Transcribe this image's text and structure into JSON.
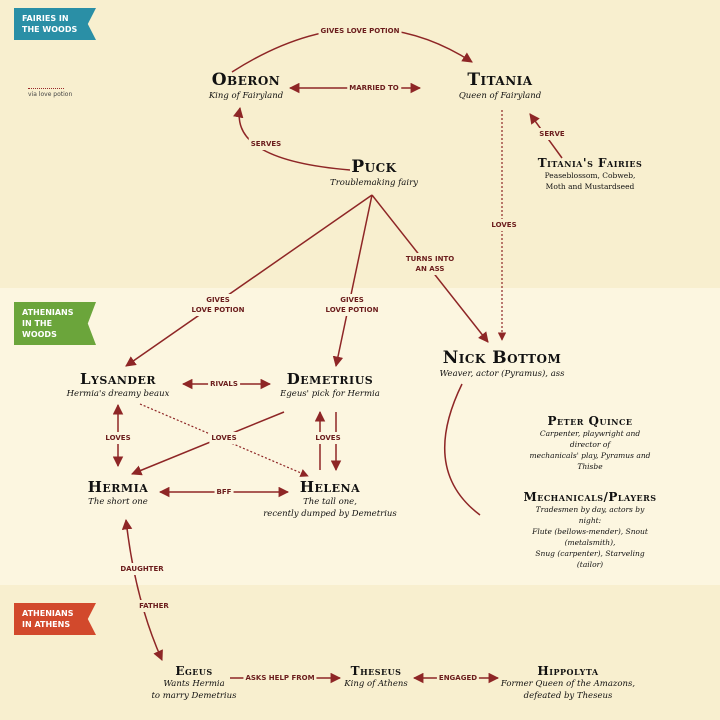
{
  "sections": {
    "fairies": "Fairies in the Woods",
    "athenians_woods": "Athenians in the Woods",
    "athenians_athens": "Athenians in Athens"
  },
  "legend": "via love potion",
  "nodes": {
    "oberon": {
      "name": "Oberon",
      "sub": "King of Fairyland"
    },
    "titania": {
      "name": "Titania",
      "sub": "Queen of Fairyland"
    },
    "titanias_fairies": {
      "name": "Titania's Fairies",
      "sub": "Peaseblossom, Cobweb,\nMoth and Mustardseed"
    },
    "puck": {
      "name": "Puck",
      "sub": "Troublemaking fairy"
    },
    "nick_bottom": {
      "name": "Nick Bottom",
      "sub": "Weaver, actor (Pyramus), ass"
    },
    "peter_quince": {
      "name": "Peter Quince",
      "sub": "Carpenter, playwright and director of\nmechanicals' play, Pyramus and Thisbe"
    },
    "mechanicals": {
      "name": "Mechanicals/Players",
      "sub": "Tradesmen by day, actors by night:\nFlute (bellows-mender), Snout (metalsmith),\nSnug (carpenter), Starveling (tailor)"
    },
    "lysander": {
      "name": "Lysander",
      "sub": "Hermia's dreamy beaux"
    },
    "demetrius": {
      "name": "Demetrius",
      "sub": "Egeus' pick for Hermia"
    },
    "hermia": {
      "name": "Hermia",
      "sub": "The short one"
    },
    "helena": {
      "name": "Helena",
      "sub": "The tall one,\nrecently dumped by Demetrius"
    },
    "egeus": {
      "name": "Egeus",
      "sub": "Wants Hermia\nto marry Demetrius"
    },
    "theseus": {
      "name": "Theseus",
      "sub": "King of Athens"
    },
    "hippolyta": {
      "name": "Hippolyta",
      "sub": "Former Queen of the Amazons,\ndefeated by Theseus"
    }
  },
  "edges": {
    "gives_love_potion_top": "Gives love potion",
    "married_to": "Married to",
    "serves": "Serves",
    "serve": "Serve",
    "loves_titania": "Loves",
    "turns_into_ass": "Turns into\nan ass",
    "gives_love_potion_lysander": "Gives\nlove potion",
    "gives_love_potion_demetrius": "Gives\nlove potion",
    "rivals": "Rivals",
    "loves_left": "Loves",
    "loves_cross": "Loves",
    "loves_right": "Loves",
    "bff": "BFF",
    "daughter": "Daughter",
    "father": "Father",
    "asks_help_from": "Asks help from",
    "engaged": "Engaged"
  },
  "colors": {
    "arrow": "#8e2626",
    "tag_blue": "#2a8fa6",
    "tag_green": "#6ba53b",
    "tag_red": "#d2492c",
    "label": "#6b1d1d"
  }
}
